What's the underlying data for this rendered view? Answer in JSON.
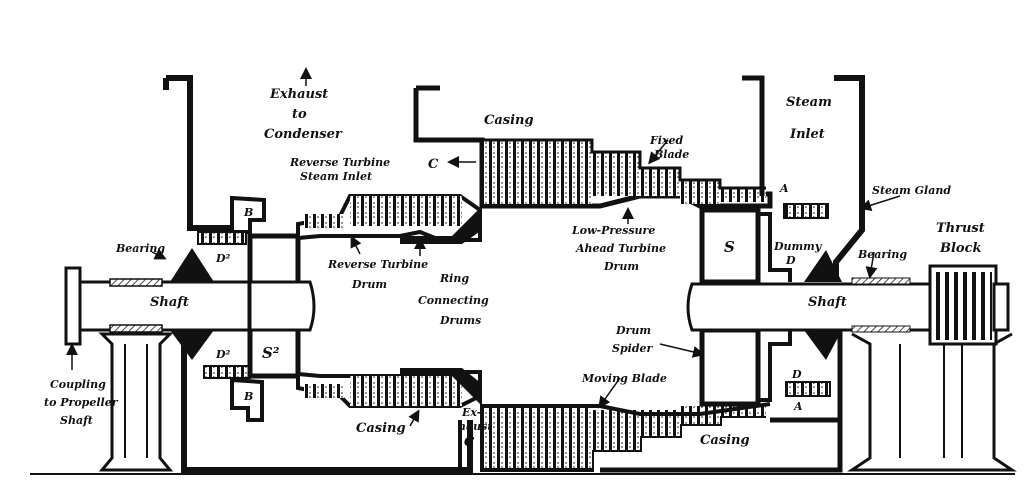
{
  "diagram": {
    "labels": {
      "exhaust_1": "Exhaust",
      "exhaust_2": "to",
      "exhaust_3": "Condenser",
      "casing_top": "Casing",
      "steam_1": "Steam",
      "steam_2": "Inlet",
      "fixed_blade_1": "Fixed",
      "fixed_blade_2": "Blade",
      "reverse_inlet_1": "Reverse Turbine",
      "reverse_inlet_2": "Steam Inlet",
      "c_top": "C",
      "b_top": "B",
      "a_top": "A",
      "steam_gland": "Steam Gland",
      "thrust_1": "Thrust",
      "thrust_2": "Block",
      "lp_1": "Low-Pressure",
      "lp_2": "Ahead Turbine",
      "lp_3": "Drum",
      "s_right": "S",
      "dummy_1": "Dummy",
      "dummy_2": "D",
      "bearing_left": "Bearing",
      "bearing_right": "Bearing",
      "d2_top": "D²",
      "d2_bottom": "D²",
      "reverse_drum_1": "Reverse Turbine",
      "reverse_drum_2": "Drum",
      "ring_1": "Ring",
      "ring_2": "Connecting",
      "ring_3": "Drums",
      "shaft_left": "Shaft",
      "shaft_right": "Shaft",
      "drum_spider_1": "Drum",
      "drum_spider_2": "Spider",
      "s2": "S²",
      "moving_blade": "Moving Blade",
      "d_bottom": "D",
      "coupling_1": "Coupling",
      "coupling_2": "to Propeller",
      "coupling_3": "Shaft",
      "b_bottom": "B",
      "casing_bottom_left": "Casing",
      "exhaust_bottom_1": "Ex-",
      "exhaust_bottom_2": "haust",
      "c_bottom": "C",
      "a_bottom": "A",
      "casing_bottom_right": "Casing"
    }
  }
}
